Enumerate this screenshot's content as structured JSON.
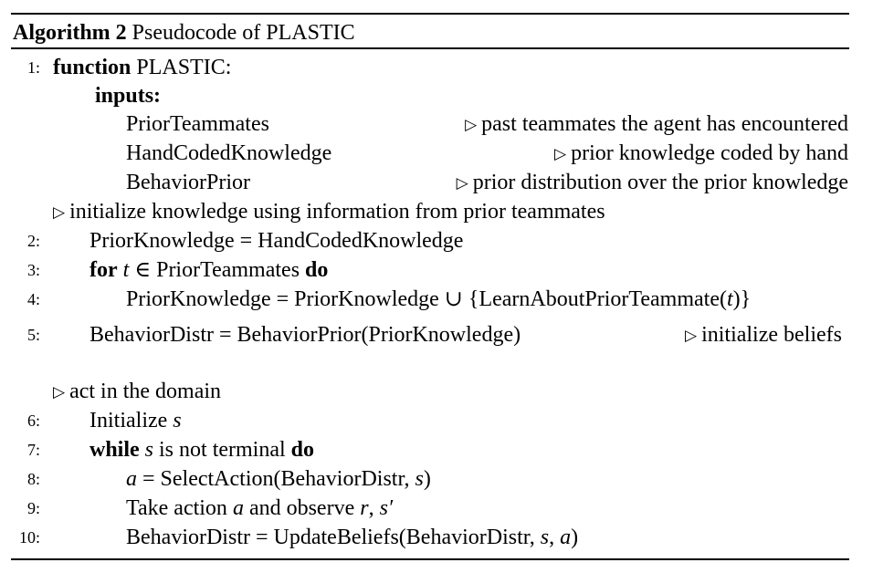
{
  "caption": {
    "label": "Algorithm 2",
    "text": "Pseudocode of PLASTIC"
  },
  "comment_marker": "▷",
  "lines": {
    "function": {
      "num": "1:",
      "keyword": "function",
      "name": "PLASTIC:"
    },
    "inputs": {
      "keyword": "inputs:"
    },
    "input_prior_teammates": {
      "name": "PriorTeammates",
      "comment": "past teammates the agent has encountered"
    },
    "input_handcoded": {
      "name": "HandCodedKnowledge",
      "comment": "prior knowledge coded by hand"
    },
    "input_behavior_prior": {
      "name": "BehaviorPrior",
      "comment": "prior distribution over the prior knowledge"
    },
    "comment_initialize": {
      "comment": "initialize knowledge using information from prior teammates"
    },
    "l2": {
      "num": "2:",
      "text": "PriorKnowledge = HandCodedKnowledge"
    },
    "l3": {
      "num": "3:",
      "kw_for": "for",
      "var": "t",
      "middle": "∈ PriorTeammates",
      "kw_do": "do"
    },
    "l4": {
      "num": "4:",
      "text_a": "PriorKnowledge = PriorKnowledge ∪ {LearnAboutPriorTeammate(",
      "var": "t",
      "text_b": ")}"
    },
    "l5": {
      "num": "5:",
      "text": "BehaviorDistr = BehaviorPrior(PriorKnowledge)",
      "comment": "initialize beliefs"
    },
    "comment_act": {
      "comment": "act in the domain"
    },
    "l6": {
      "num": "6:",
      "text": "Initialize",
      "var": "s"
    },
    "l7": {
      "num": "7:",
      "kw_while": "while",
      "var": "s",
      "middle": "is not terminal",
      "kw_do": "do"
    },
    "l8": {
      "num": "8:",
      "var_a": "a",
      "text_a": "= SelectAction(BehaviorDistr,",
      "var_s": "s",
      "text_b": ")"
    },
    "l9": {
      "num": "9:",
      "text_a": "Take action",
      "var_a": "a",
      "text_b": "and observe",
      "var_r": "r",
      "sep": ",",
      "var_s": "s′"
    },
    "l10": {
      "num": "10:",
      "text_a": "BehaviorDistr = UpdateBeliefs(BehaviorDistr,",
      "var_s": "s",
      "sep": ",",
      "var_a": "a",
      "text_b": ")"
    }
  }
}
